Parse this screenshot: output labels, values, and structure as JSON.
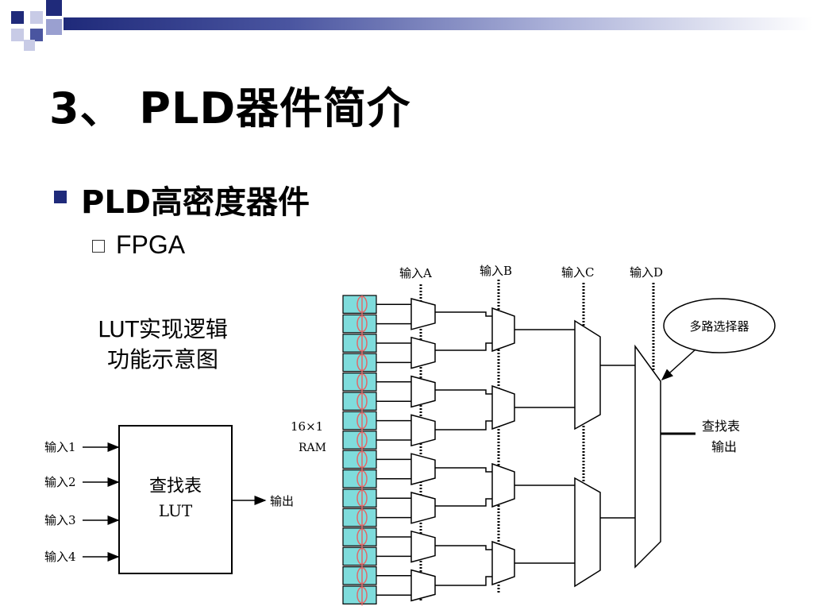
{
  "slide": {
    "title": "3、 PLD器件简介",
    "bullet1": "PLD高密度器件",
    "bullet2": "FPGA",
    "caption_line1": "LUT实现逻辑",
    "caption_line2": "功能示意图"
  },
  "lut_block": {
    "inputs": [
      "输入1",
      "输入2",
      "输入3",
      "输入4"
    ],
    "box_label": "查找表",
    "box_sublabel": "LUT",
    "output": "输出"
  },
  "mux_tree": {
    "input_labels": [
      "输入A",
      "输入B",
      "输入C",
      "输入D"
    ],
    "ram_label_1": "16×1",
    "ram_label_2": "RAM",
    "bubble": "多路选择器",
    "output_line1": "查找表",
    "output_line2": "输出"
  },
  "colors": {
    "accent": "#1f2a7a",
    "ram_cell": "#7fdcdc",
    "ram_chain": "#e06a6a"
  }
}
